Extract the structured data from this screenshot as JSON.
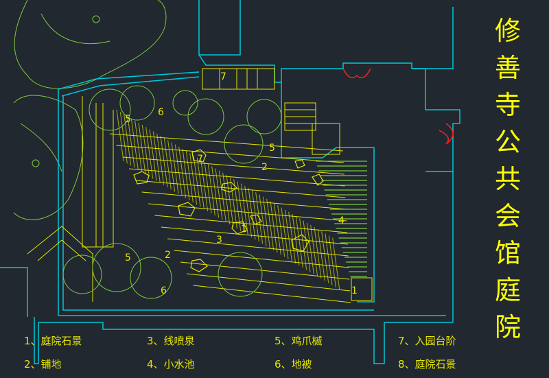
{
  "title": "修善寺公共会馆庭院",
  "plan_labels": [
    "1",
    "2",
    "3",
    "4",
    "5",
    "6",
    "7"
  ],
  "legend": [
    {
      "text": "1、庭院石景"
    },
    {
      "text": "2、铺地"
    },
    {
      "text": "3、线喷泉"
    },
    {
      "text": "4、小水池"
    },
    {
      "text": "5、鸡爪槭"
    },
    {
      "text": "6、地被"
    },
    {
      "text": "7、入园台阶"
    },
    {
      "text": "8、庭院石景"
    }
  ],
  "colors": {
    "background": "#212830",
    "wall": "#00c8d8",
    "paving": "#e6e600",
    "tree": "#7ecb3c",
    "door": "#ff2020",
    "title": "#ffff00"
  }
}
